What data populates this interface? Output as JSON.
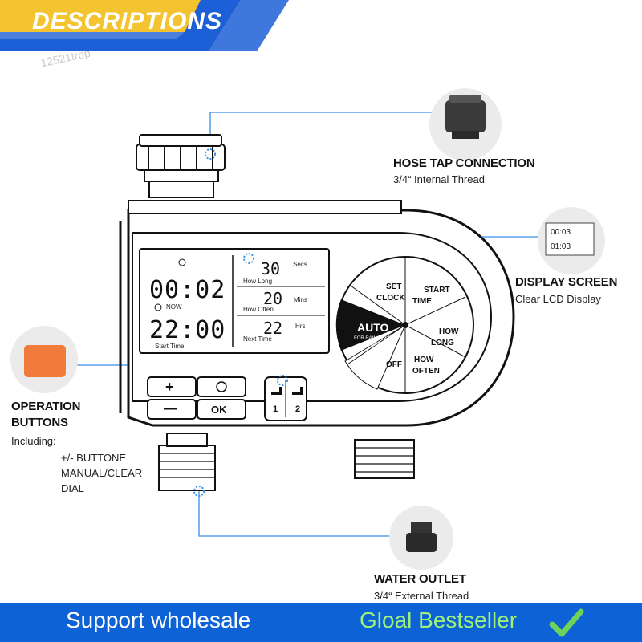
{
  "banner": {
    "title": "DESCRIPTIONS",
    "color": "#1d5fd6",
    "accent": "#f4c430"
  },
  "watermark": "12521trop",
  "lcd": {
    "duration_clock": "00:02",
    "now_label": "NOW",
    "start_clock": "22:00",
    "start_label": "Start Time",
    "how_long_value": "30",
    "how_long_unit": "Secs",
    "how_long_label": "How Long",
    "how_often_value": "20",
    "how_often_unit": "Mins",
    "how_often_label": "How Often",
    "next_value": "22",
    "next_unit": "Hrs",
    "next_label": "Next Time"
  },
  "dial": {
    "auto": "AUTO",
    "auto_sub1": "FOR RAIN DELAY",
    "auto_sub2": "PRESS +",
    "set_clock_1": "SET",
    "set_clock_2": "CLOCK",
    "start_time_1": "START",
    "start_time_2": "TIME",
    "how_long_1": "HOW",
    "how_long_2": "LONG",
    "how_often_1": "HOW",
    "how_often_2": "OFTEN",
    "off": "OFF"
  },
  "buttons": {
    "plus": "+",
    "minus": "—",
    "ok": "OK",
    "zone1": "1",
    "zone2": "2"
  },
  "callouts": {
    "hose_title": "HOSE TAP CONNECTION",
    "hose_sub": "3/4“ Internal Thread",
    "display_title": "DISPLAY SCREEN",
    "display_sub": "Clear LCD Display",
    "operation_title_1": "OPERATION",
    "operation_title_2": "BUTTONS",
    "operation_including": "Including:",
    "operation_line1": "+/- BUTTONE",
    "operation_line2": "MANUAL/CLEAR",
    "operation_line3": "DIAL",
    "outlet_title": "WATER OUTLET",
    "outlet_sub": "3/4“ External Thread",
    "thumb_time1": "00:03",
    "thumb_time2": "01:03"
  },
  "footer": {
    "left": "Support wholesale",
    "right": "Gloal Bestseller",
    "bg": "#0d63d6",
    "right_color": "#9ff07a",
    "check_color": "#6fd35a"
  }
}
